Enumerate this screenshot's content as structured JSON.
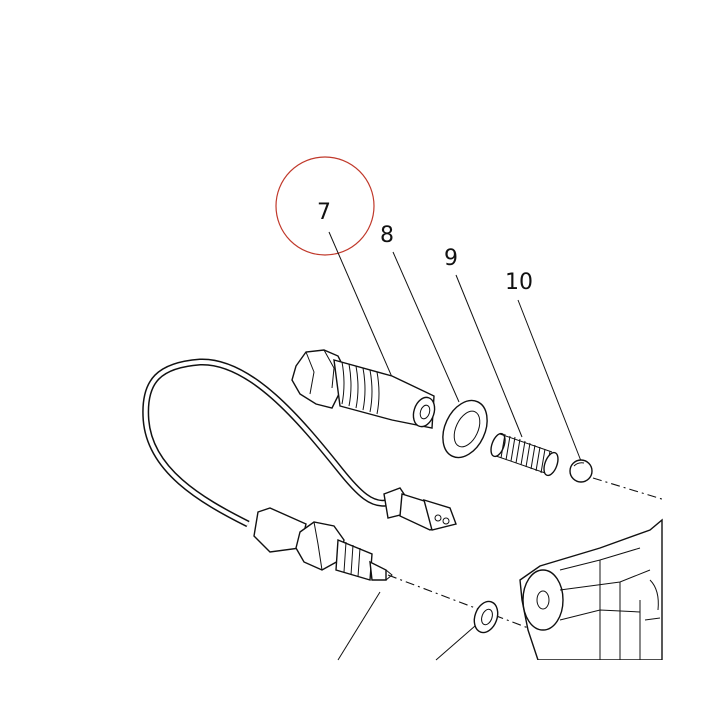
{
  "diagram": {
    "callouts": [
      {
        "id": "7",
        "label": "7"
      },
      {
        "id": "8",
        "label": "8"
      },
      {
        "id": "9",
        "label": "9"
      },
      {
        "id": "10",
        "label": "10"
      }
    ],
    "highlight": {
      "callout": "7",
      "color": "#c0392b"
    },
    "line_color": "#111111",
    "background": "#ffffff"
  }
}
